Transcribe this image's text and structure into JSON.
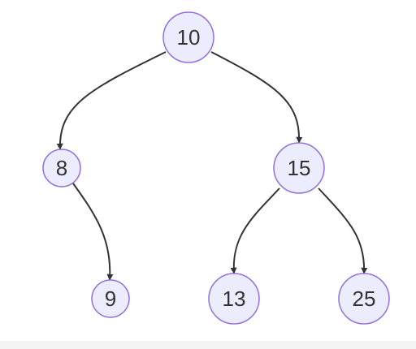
{
  "diagram": {
    "nodes": [
      {
        "id": "n10",
        "label": "10"
      },
      {
        "id": "n8",
        "label": "8"
      },
      {
        "id": "n15",
        "label": "15"
      },
      {
        "id": "n9",
        "label": "9"
      },
      {
        "id": "n13",
        "label": "13"
      },
      {
        "id": "n25",
        "label": "25"
      }
    ],
    "edges": [
      {
        "from": "n10",
        "to": "n8"
      },
      {
        "from": "n10",
        "to": "n15"
      },
      {
        "from": "n8",
        "to": "n9"
      },
      {
        "from": "n15",
        "to": "n13"
      },
      {
        "from": "n15",
        "to": "n25"
      }
    ],
    "colors": {
      "node_fill": "#ECECFF",
      "node_stroke": "#9370DB",
      "edge": "#333333",
      "text": "#333333"
    }
  }
}
